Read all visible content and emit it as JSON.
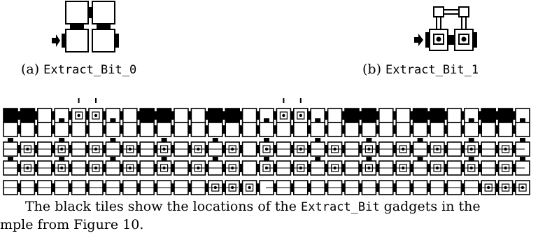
{
  "caption_a": {
    "label": "(a)",
    "name": "Extract_Bit_0"
  },
  "caption_b": {
    "label": "(b)",
    "name": "Extract_Bit_1"
  },
  "bottom_text": {
    "line1_pre": "The black tiles show the locations of the ",
    "line1_code": "Extract_Bit",
    "line1_post": " gadgets in the",
    "line2": "mple from Figure 10."
  },
  "colors": {
    "ink": "#000000",
    "paper": "#ffffff"
  }
}
